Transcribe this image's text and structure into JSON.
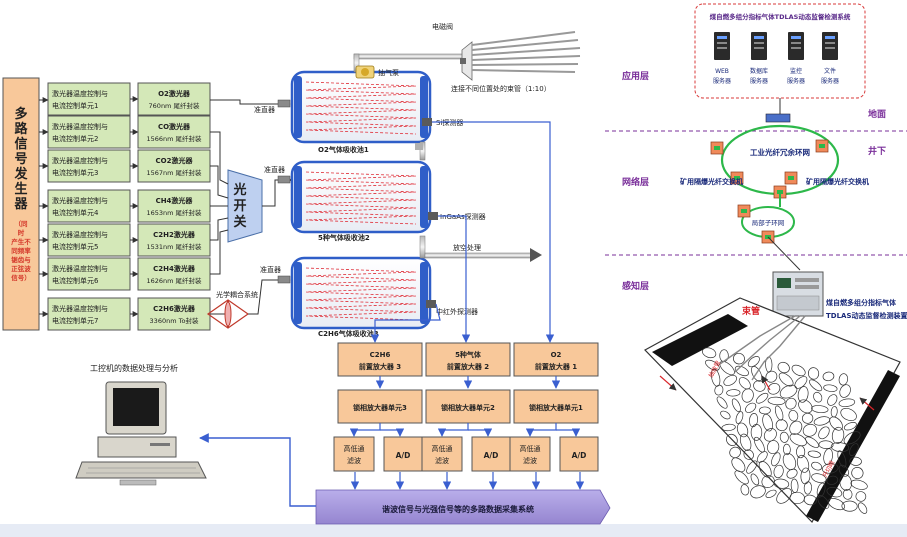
{
  "left": {
    "signal_generator": {
      "title_chars": [
        "多",
        "路",
        "信",
        "号",
        "发",
        "生",
        "器"
      ],
      "note_chars": [
        "（同",
        "时",
        "产生不",
        "同频率",
        "锯齿与",
        "正弦波",
        "信号）"
      ]
    },
    "controllers": [
      {
        "line1": "激光器温度控制与",
        "line2": "电流控制单元1"
      },
      {
        "line1": "激光器温度控制与",
        "line2": "电流控制单元2"
      },
      {
        "line1": "激光器温度控制与",
        "line2": "电流控制单元3"
      },
      {
        "line1": "激光器温度控制与",
        "line2": "电流控制单元4"
      },
      {
        "line1": "激光器温度控制与",
        "line2": "电流控制单元5"
      },
      {
        "line1": "激光器温度控制与",
        "line2": "电流控制单元6"
      },
      {
        "line1": "激光器温度控制与",
        "line2": "电流控制单元7"
      }
    ],
    "lasers": [
      {
        "line1": "O2激光器",
        "line2": "760nm 尾纤封装"
      },
      {
        "line1": "CO激光器",
        "line2": "1566nm 尾纤封装"
      },
      {
        "line1": "CO2激光器",
        "line2": "1567nm 尾纤封装"
      },
      {
        "line1": "CH4激光器",
        "line2": "1653nm 尾纤封装"
      },
      {
        "line1": "C2H2激光器",
        "line2": "1531nm 尾纤封装"
      },
      {
        "line1": "C2H4激光器",
        "line2": "1626nm 尾纤封装"
      },
      {
        "line1": "C2H6激光器",
        "line2": "3360nm To封装"
      }
    ],
    "optical_switch_chars": [
      "光",
      "开",
      "关"
    ],
    "optical_coupling": "光学耦合系统",
    "collimators": [
      "准直器",
      "准直器",
      "准直器"
    ],
    "solenoid_valve": "电磁阀",
    "pump": "抽气泵",
    "bundle_tubes": "连接不同位置处的束管（1:10）",
    "si_detector": "Si探测器",
    "cell1": "O2气体吸收池1",
    "ingaas_detector": "InGaAs探测器",
    "cell2": "5种气体吸收池2",
    "exhaust": "放空处理",
    "mid_ir_detector": "中红外探测器",
    "cell3": "C2H6气体吸收池3",
    "preamps": [
      {
        "line1": "C2H6",
        "line2": "前置放大器 3"
      },
      {
        "line1": "5种气体",
        "line2": "前置放大器 2"
      },
      {
        "line1": "O2",
        "line2": "前置放大器 1"
      }
    ],
    "lockins": [
      "锁相放大器单元3",
      "锁相放大器单元2",
      "锁相放大器单元1"
    ],
    "filter": {
      "line1": "高低通",
      "line2": "滤波"
    },
    "ad": "A/D",
    "computer_label": "工控机的数据处理与分析",
    "daq": "谐波信号与光强信号等的多路数据采集系统"
  },
  "right": {
    "cloud_title": "煤自燃多组分指标气体TDLAS动态监督检测系统",
    "servers": [
      {
        "line1": "WEB",
        "line2": "服务器"
      },
      {
        "line1": "数据库",
        "line2": "服务器"
      },
      {
        "line1": "监控",
        "line2": "服务器"
      },
      {
        "line1": "文件",
        "line2": "服务器"
      }
    ],
    "layers": {
      "app": "应用层",
      "net": "网络层",
      "sense": "感知层"
    },
    "ground": "地面",
    "underground": "井下",
    "ring": "工业光纤冗余环网",
    "switch_left": "矿用隔爆光纤交换机",
    "switch_right": "矿用隔爆光纤交换机",
    "sub_ring": "局部子环网",
    "device_line1": "煤自燃多组分指标气体",
    "device_line2": "TDLAS动态监督检测装置",
    "bundle": "束管",
    "goaf_text1": "抽放管",
    "goaf_text2": "开切眼"
  },
  "colors": {
    "orange": "#f8c89a",
    "green": "#d4e8b8",
    "blue_box": "#bed0f0",
    "purple": "#a697d8",
    "cell_blue": "#2f5ec8",
    "arrow_blue": "#3a5fd0",
    "layer_text": "#7a2f9a",
    "ring_green": "#2db84a",
    "dash_red": "#e0303a"
  }
}
